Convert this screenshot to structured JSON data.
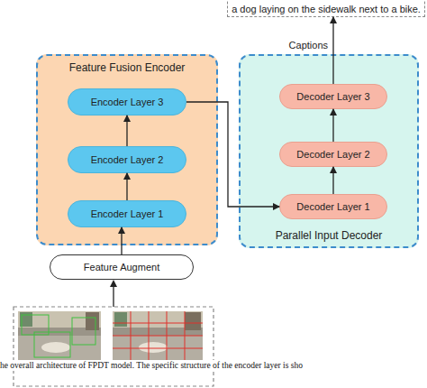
{
  "diagram": {
    "caption": "he overall architecture of FPDT model. The specific structure of the encoder layer is sho",
    "nodes": [
      {
        "text": [
          "a dog laying on the sidewalk next to a bike."
        ]
      },
      {
        "text": [
          "Feature Fusion Encoder"
        ]
      },
      {
        "text": [
          "Encoder Layer 3"
        ],
        "in": 1
      },
      {
        "text": [
          "Encoder Layer 2"
        ],
        "in": 1
      },
      {
        "text": [
          "Encoder Layer 1"
        ],
        "in": 1
      },
      {
        "text": [
          "Parallel Input Decoder"
        ]
      },
      {
        "text": [
          "Decoder Layer 3"
        ],
        "in": 5
      },
      {
        "text": [
          "Decoder Layer 2"
        ],
        "in": 5
      },
      {
        "text": [
          "Decoder Layer 1"
        ],
        "in": 5
      },
      {
        "text": [
          "Feature Augment"
        ]
      }
    ],
    "edges": [
      {
        "from": 4,
        "to": 3,
        "arrow": "to"
      },
      {
        "from": 3,
        "to": 2,
        "arrow": "to"
      },
      {
        "from": 2,
        "to": 8,
        "arrow": "to"
      },
      {
        "from": 8,
        "to": 7,
        "arrow": "to"
      },
      {
        "from": 7,
        "to": 6,
        "arrow": "to"
      },
      {
        "from": 6,
        "to": 0,
        "label": "Captions",
        "arrow": "to"
      },
      {
        "from": 9,
        "to": 4,
        "arrow": "to"
      }
    ]
  }
}
